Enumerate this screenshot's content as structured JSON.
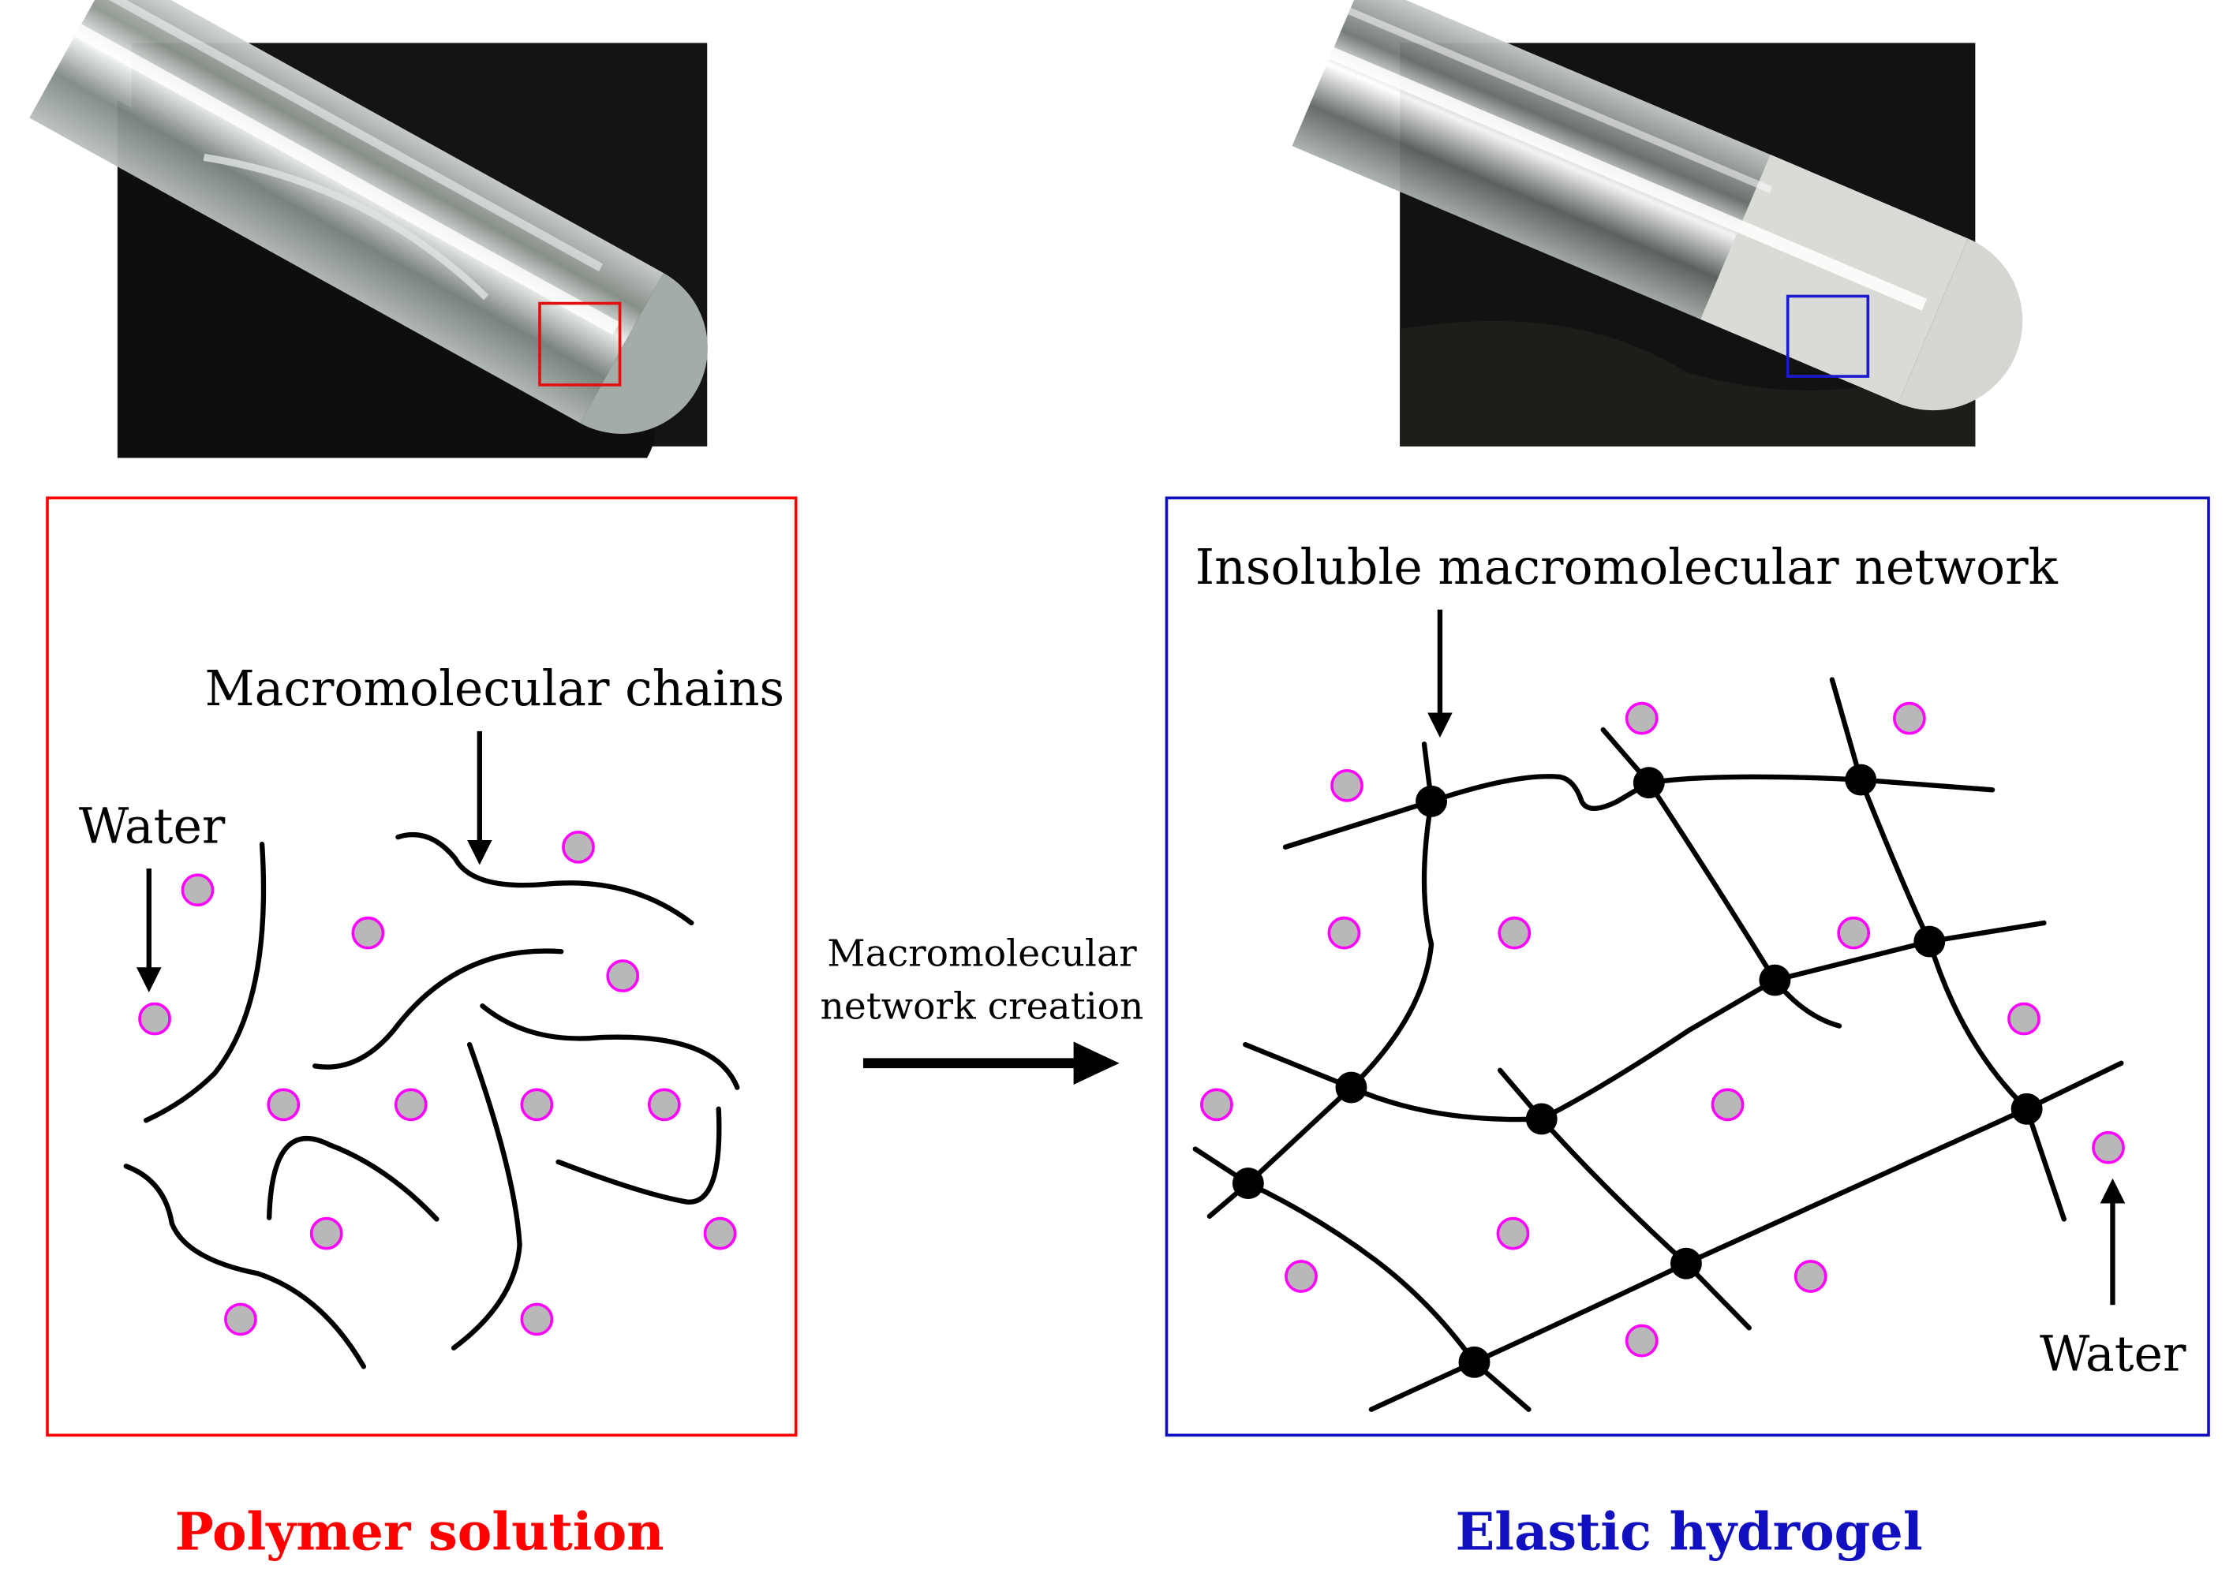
{
  "left": {
    "chains_label": "Macromolecular chains",
    "water_label": "Water",
    "caption": "Polymer solution",
    "caption_color": "#ff0000",
    "frame_color": "#ff0000"
  },
  "right": {
    "network_label": "Insoluble macromolecular network",
    "water_label": "Water",
    "caption": "Elastic hydrogel",
    "caption_color": "#1010c0",
    "frame_color": "#1010c0"
  },
  "process": {
    "line1": "Macromolecular",
    "line2": "network creation"
  },
  "colors": {
    "water_fill": "#b8b8b8",
    "water_stroke": "#ff00ff",
    "crosslink": "#000000"
  }
}
